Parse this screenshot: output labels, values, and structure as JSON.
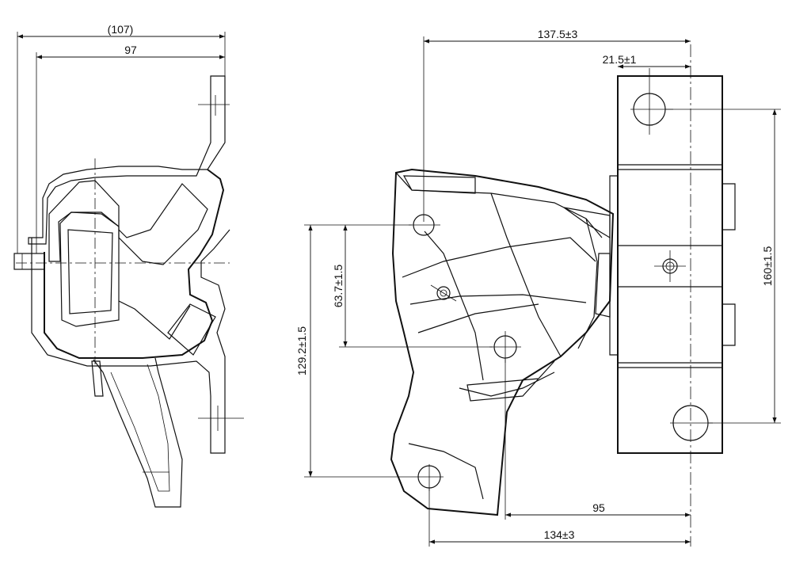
{
  "colors": {
    "line": "#111111",
    "background": "#ffffff"
  },
  "dimensions": {
    "side_overall_ref": "(107)",
    "side_width": "97",
    "front_total_width": "137.5±3",
    "front_offset_top": "21.5±1",
    "front_height_right": "160±1.5",
    "front_height_left_inner": "63.7±1.5",
    "front_height_left_outer": "129.2±1.5",
    "front_bottom_inner": "95",
    "front_bottom_outer": "134±3"
  }
}
